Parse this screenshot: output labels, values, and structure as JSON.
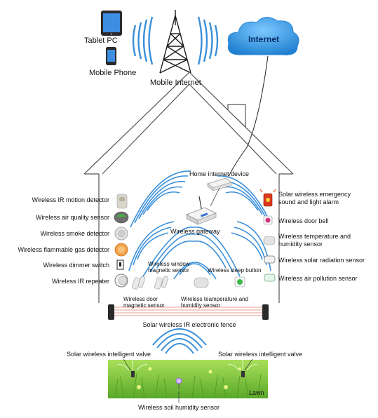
{
  "top": {
    "tablet": "Tablet PC",
    "phone": "Mobile Phone",
    "tower": "Mobile Internet",
    "cloud": "Internet"
  },
  "house": {
    "home_device": "Home internet device",
    "gateway": "Wireless gateway",
    "left_sensors": [
      "Wireless IR motion detector",
      "Wireless air quality sensor",
      "Wireless smoke detector",
      "Wireless flammable gas detector",
      "Wireless dimmer switch",
      "Wireless IR repeater"
    ],
    "right_sensors": [
      "Solar wireless emergency sound and light alarm",
      "Wireless door bell",
      "Wireless temperature and humidity sensor",
      "Wireless solar radiation sensor",
      "Wireless air pollution sensor"
    ],
    "window_sensor": "Wireless window magnetic sensor",
    "sleep_button": "Wireless sleep button",
    "door_sensor": "Wireless door magnetic sensor",
    "teamperature_sensor": "Wireless teamperature and humidity sensor"
  },
  "fence": "Solar wireless IR electronic fence",
  "lawn": {
    "valve_left": "Solar wireless intelligent valve",
    "valve_right": "Solar wireless intelligent valve",
    "label": "Lawn",
    "soil_sensor": "Wireless soil humidity sensor"
  },
  "colors": {
    "wave": "#3a8fd9",
    "cloud": "#3c9fe6",
    "grass": "#7cc83c",
    "outline": "#555555"
  }
}
